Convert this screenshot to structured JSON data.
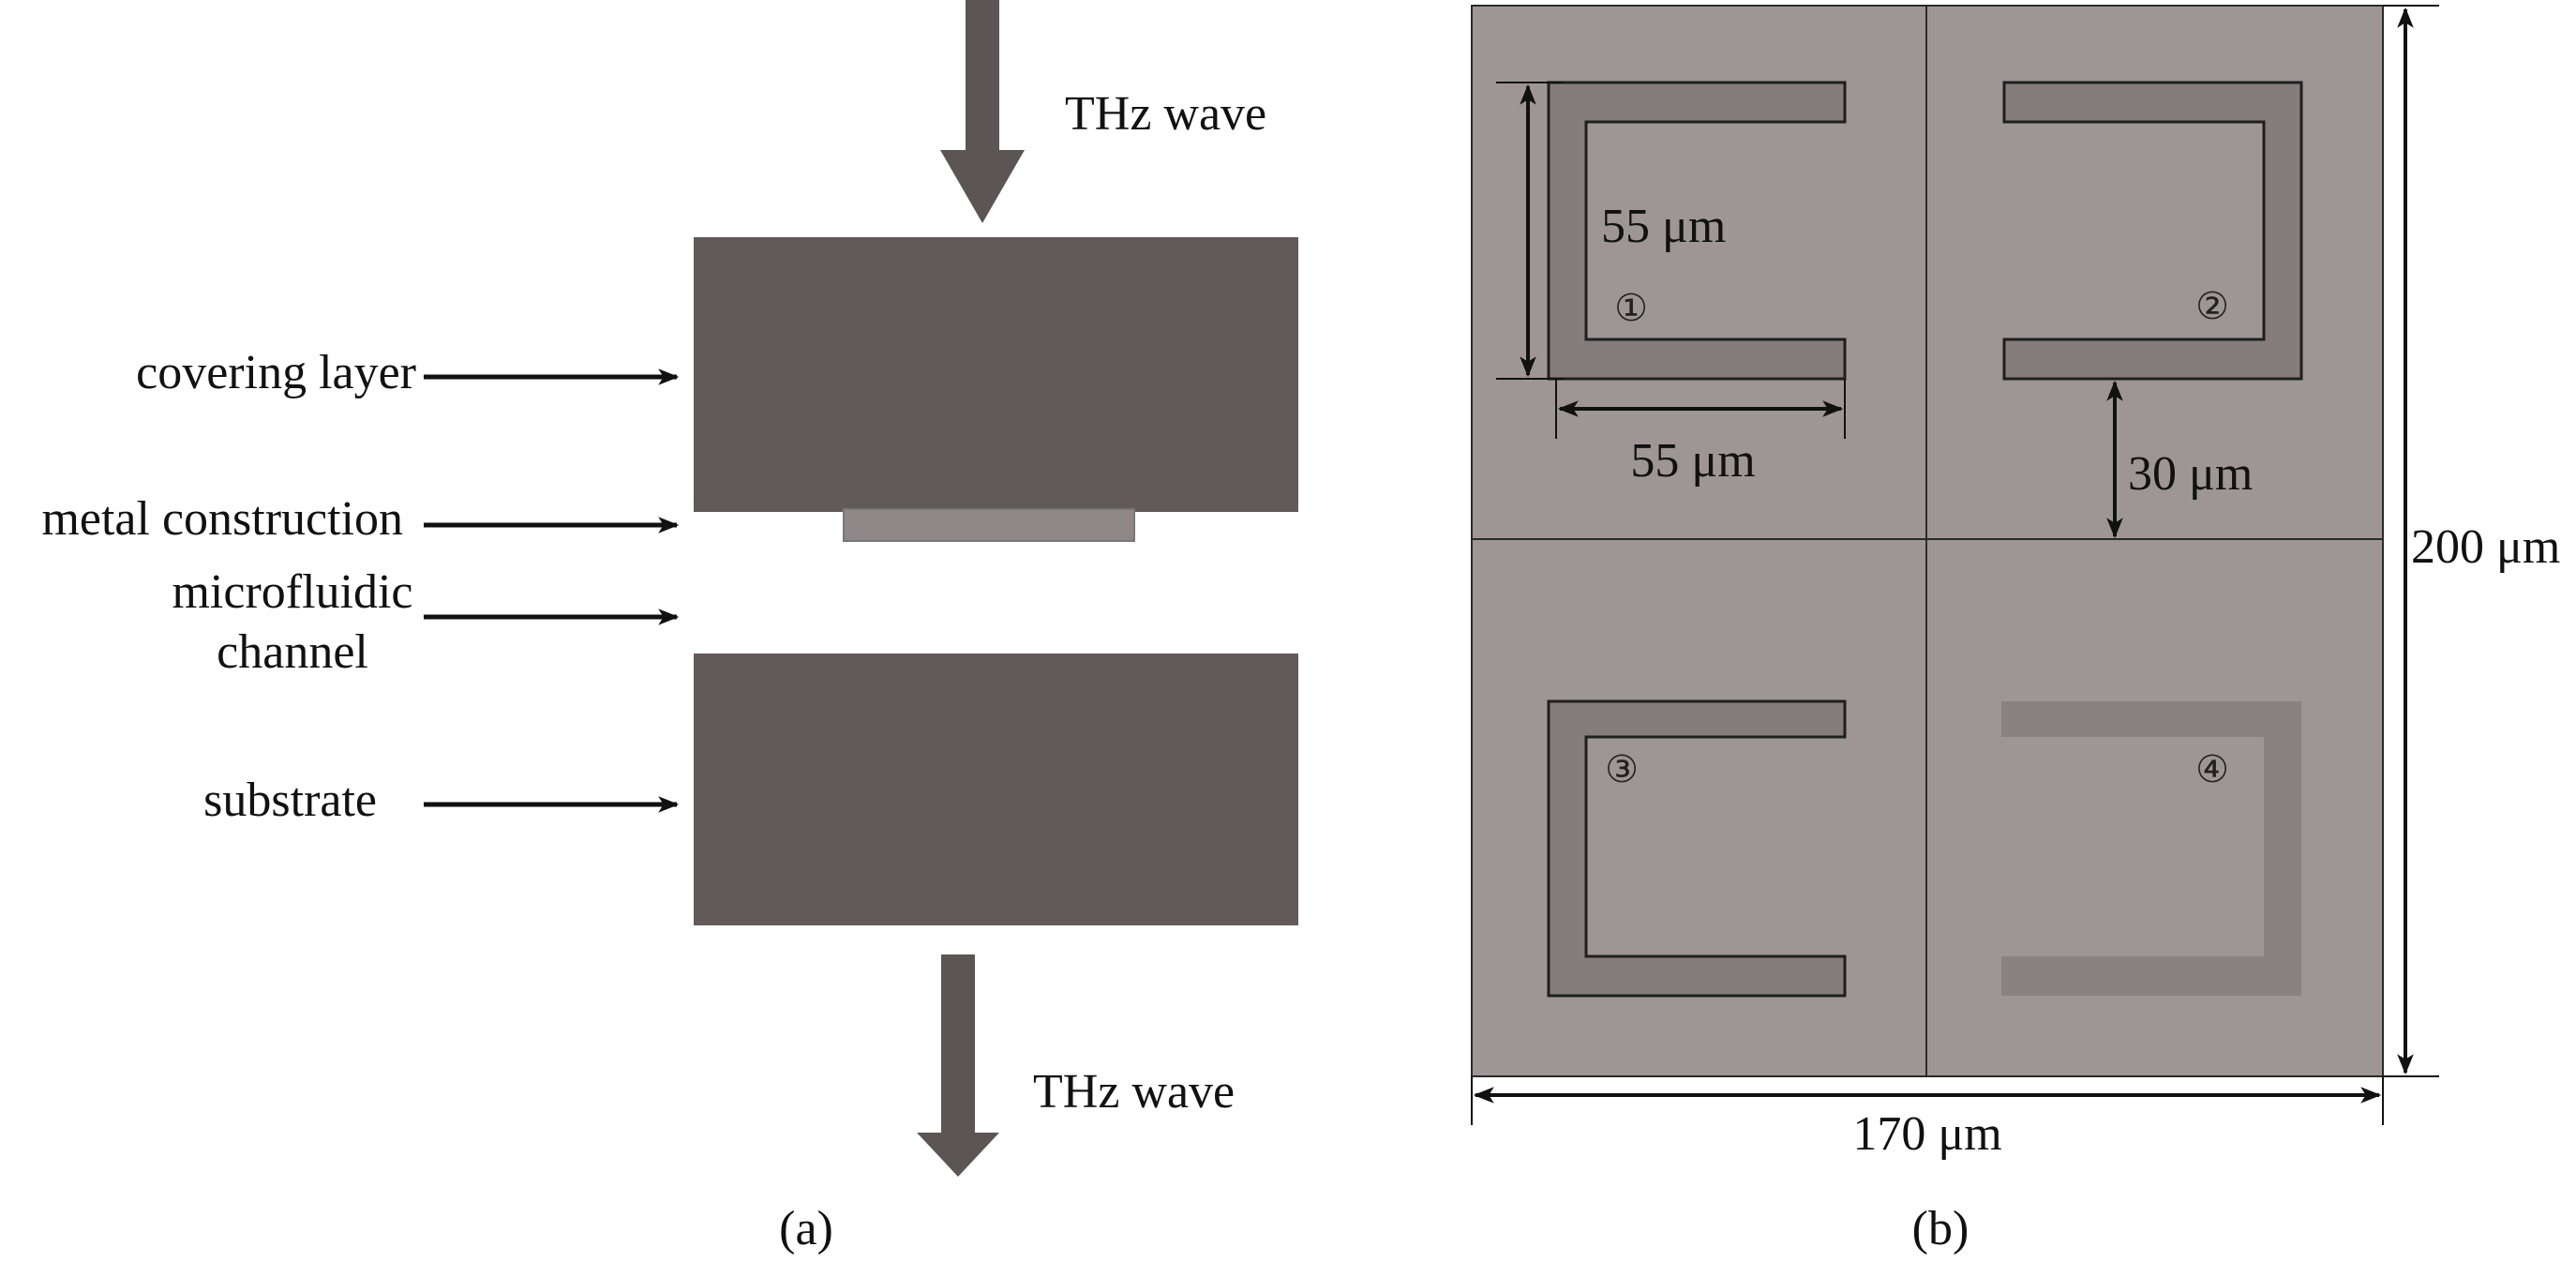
{
  "panel_a": {
    "caption": "(a)",
    "incident_label": "THz wave",
    "transmitted_label": "THz wave",
    "layers": [
      {
        "label": "covering layer"
      },
      {
        "label": "metal construction"
      },
      {
        "label_line1": "microfluidic",
        "label_line2": "channel"
      },
      {
        "label": "substrate"
      }
    ],
    "colors": {
      "block": "#625a59",
      "metal": "#8e8888",
      "arrow": "#5b5555"
    }
  },
  "panel_b": {
    "caption": "(b)",
    "dimensions": {
      "ring_height": "55 μm",
      "ring_width": "55 μm",
      "gap": "30 μm",
      "cell_height": "200 μm",
      "cell_width": "170 μm"
    },
    "resonator_numbers": [
      "①",
      "②",
      "③",
      "④"
    ],
    "colors": {
      "background": "#9e9696",
      "resonator": "#857c7c",
      "resonator4": "#8a8282",
      "line": "#2a2a2a"
    }
  }
}
